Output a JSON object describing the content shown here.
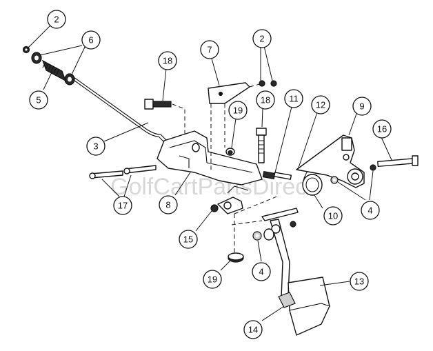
{
  "watermark": "GolfCartPartsDirect",
  "callouts": [
    {
      "id": "c2a",
      "label": "2"
    },
    {
      "id": "c6",
      "label": "6"
    },
    {
      "id": "c5",
      "label": "5"
    },
    {
      "id": "c7",
      "label": "7"
    },
    {
      "id": "c2b",
      "label": "2"
    },
    {
      "id": "c18a",
      "label": "18"
    },
    {
      "id": "c18b",
      "label": "18"
    },
    {
      "id": "c19a",
      "label": "19"
    },
    {
      "id": "c11",
      "label": "11"
    },
    {
      "id": "c12",
      "label": "12"
    },
    {
      "id": "c9",
      "label": "9"
    },
    {
      "id": "c16",
      "label": "16"
    },
    {
      "id": "c3",
      "label": "3"
    },
    {
      "id": "c17",
      "label": "17"
    },
    {
      "id": "c8",
      "label": "8"
    },
    {
      "id": "c10",
      "label": "10"
    },
    {
      "id": "c4a",
      "label": "4"
    },
    {
      "id": "c15",
      "label": "15"
    },
    {
      "id": "c4b",
      "label": "4"
    },
    {
      "id": "c19b",
      "label": "19"
    },
    {
      "id": "c13",
      "label": "13"
    },
    {
      "id": "c14",
      "label": "14"
    }
  ]
}
